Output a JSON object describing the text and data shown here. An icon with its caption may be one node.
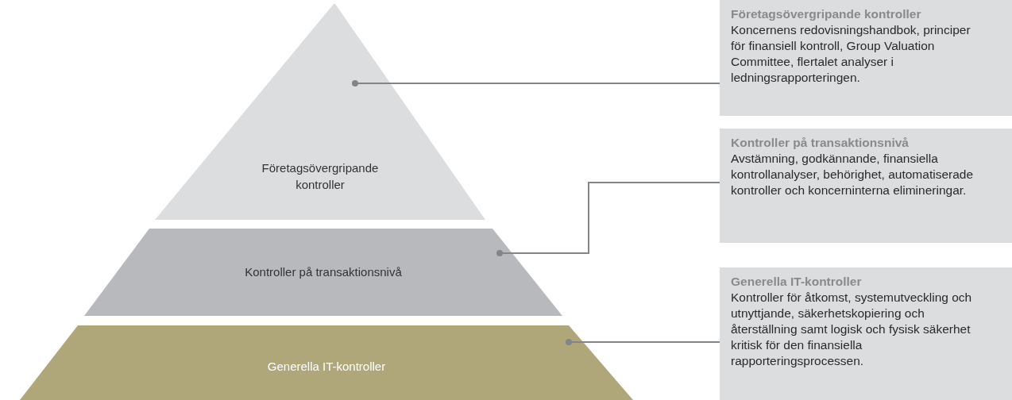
{
  "diagram": {
    "nodes": [
      {
        "text": [
          "Företagsövergripande kontroller"
        ]
      },
      {
        "text": [
          "Kontroller på transaktionsnivå"
        ]
      },
      {
        "text": [
          "Generella IT-kontroller"
        ]
      },
      {
        "text": [
          "Företagsövergripande kontroller",
          "Koncernens redovisningshandbok, principer för finansiell kontroll, Group Valuation Committee, flertalet analyser i ledningsrapporteringen."
        ]
      },
      {
        "text": [
          "Kontroller på transaktionsnivå",
          "Avstämning, godkännande, finansiella kontrollanalyser, behörighet, automatiserade kontroller och koncerninterna elimineringar."
        ]
      },
      {
        "text": [
          "Generella IT-kontroller",
          "Kontroller för åtkomst, systemutveckling och utnyttjande, säkerhetskopiering och återställning samt logisk och fysisk säkerhet kritisk för den finansiella rapporteringsprocessen."
        ]
      }
    ],
    "edges": [
      {
        "from": 0,
        "to": 3,
        "arrow": "other"
      },
      {
        "from": 1,
        "to": 4,
        "arrow": "other"
      },
      {
        "from": 2,
        "to": 5,
        "arrow": "other"
      }
    ]
  }
}
